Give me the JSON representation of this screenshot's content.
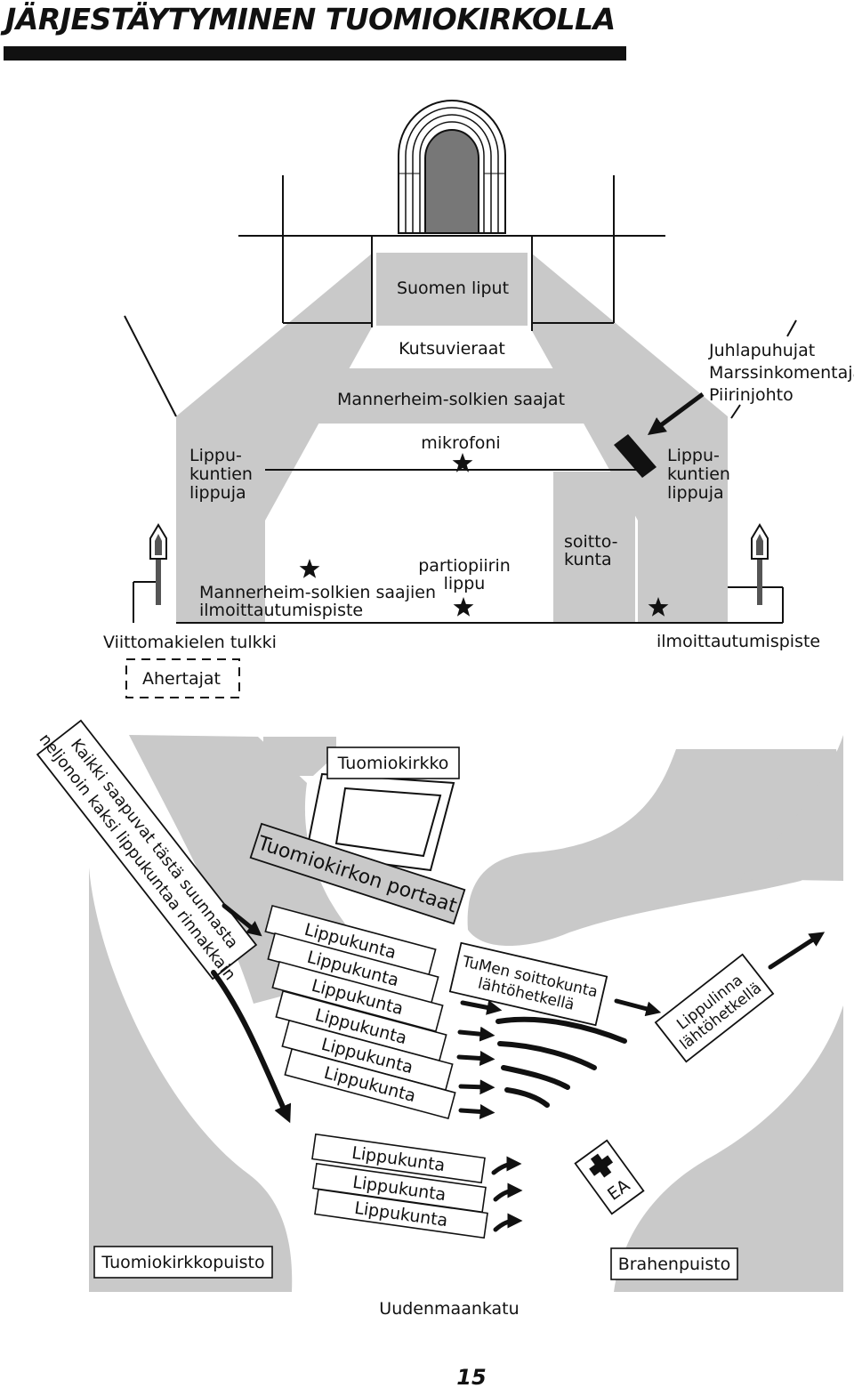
{
  "page": {
    "title": "JÄRJESTÄYTYMINEN TUOMIOKIRKOLLA",
    "page_number": "15"
  },
  "colors": {
    "area_fill": "#c9c9c9",
    "lines": "#111111",
    "door_fill": "#777777",
    "pole": "#555555"
  },
  "upper": {
    "flags": "Suomen liput",
    "guests": "Kutsuvieraat",
    "mannerheim_recipients": "Mannerheim-solkien saajat",
    "microphone": "mikrofoni",
    "speakers": {
      "line1": "Juhlapuhujat",
      "line2": "Marssinkomentaja",
      "line3": "Piirinjohto"
    },
    "flags_left": {
      "line1": "Lippu-",
      "line2": "kuntien",
      "line3": "lippuja"
    },
    "flags_right": {
      "line1": "Lippu-",
      "line2": "kuntien",
      "line3": "lippuja"
    },
    "band": {
      "line1": "soitto-",
      "line2": "kunta"
    },
    "scout_flag": {
      "line1": "partiopiirin",
      "line2": "lippu"
    },
    "mannerheim_checkin": {
      "line1": "Mannerheim-solkien saajien",
      "line2": "ilmoittautumispiste"
    },
    "interpreter": "Viittomakielen tulkki",
    "workers": "Ahertajat",
    "checkin": "ilmoittautumispiste"
  },
  "lower": {
    "cathedral": "Tuomiokirkko",
    "stairs": "Tuomiokirkon portaat",
    "arrival_note": {
      "line1": "Kaikki saapuvat tästä suunnasta",
      "line2": "neljonoin kaksi lippukuntaa rinnakkain"
    },
    "troops_upper": [
      "Lippukunta",
      "Lippukunta",
      "Lippukunta",
      "Lippukunta",
      "Lippukunta",
      "Lippukunta"
    ],
    "troops_lower": [
      "Lippukunta",
      "Lippukunta",
      "Lippukunta"
    ],
    "band_departure": {
      "line1": "TuMen soittokunta",
      "line2": "lähtöhetkellä"
    },
    "flag_castle": {
      "line1": "Lippulinna",
      "line2": "lähtöhetkellä"
    },
    "first_aid": "EA",
    "park_left": "Tuomiokirkkopuisto",
    "park_right": "Brahenpuisto",
    "street": "Uudenmaankatu"
  }
}
